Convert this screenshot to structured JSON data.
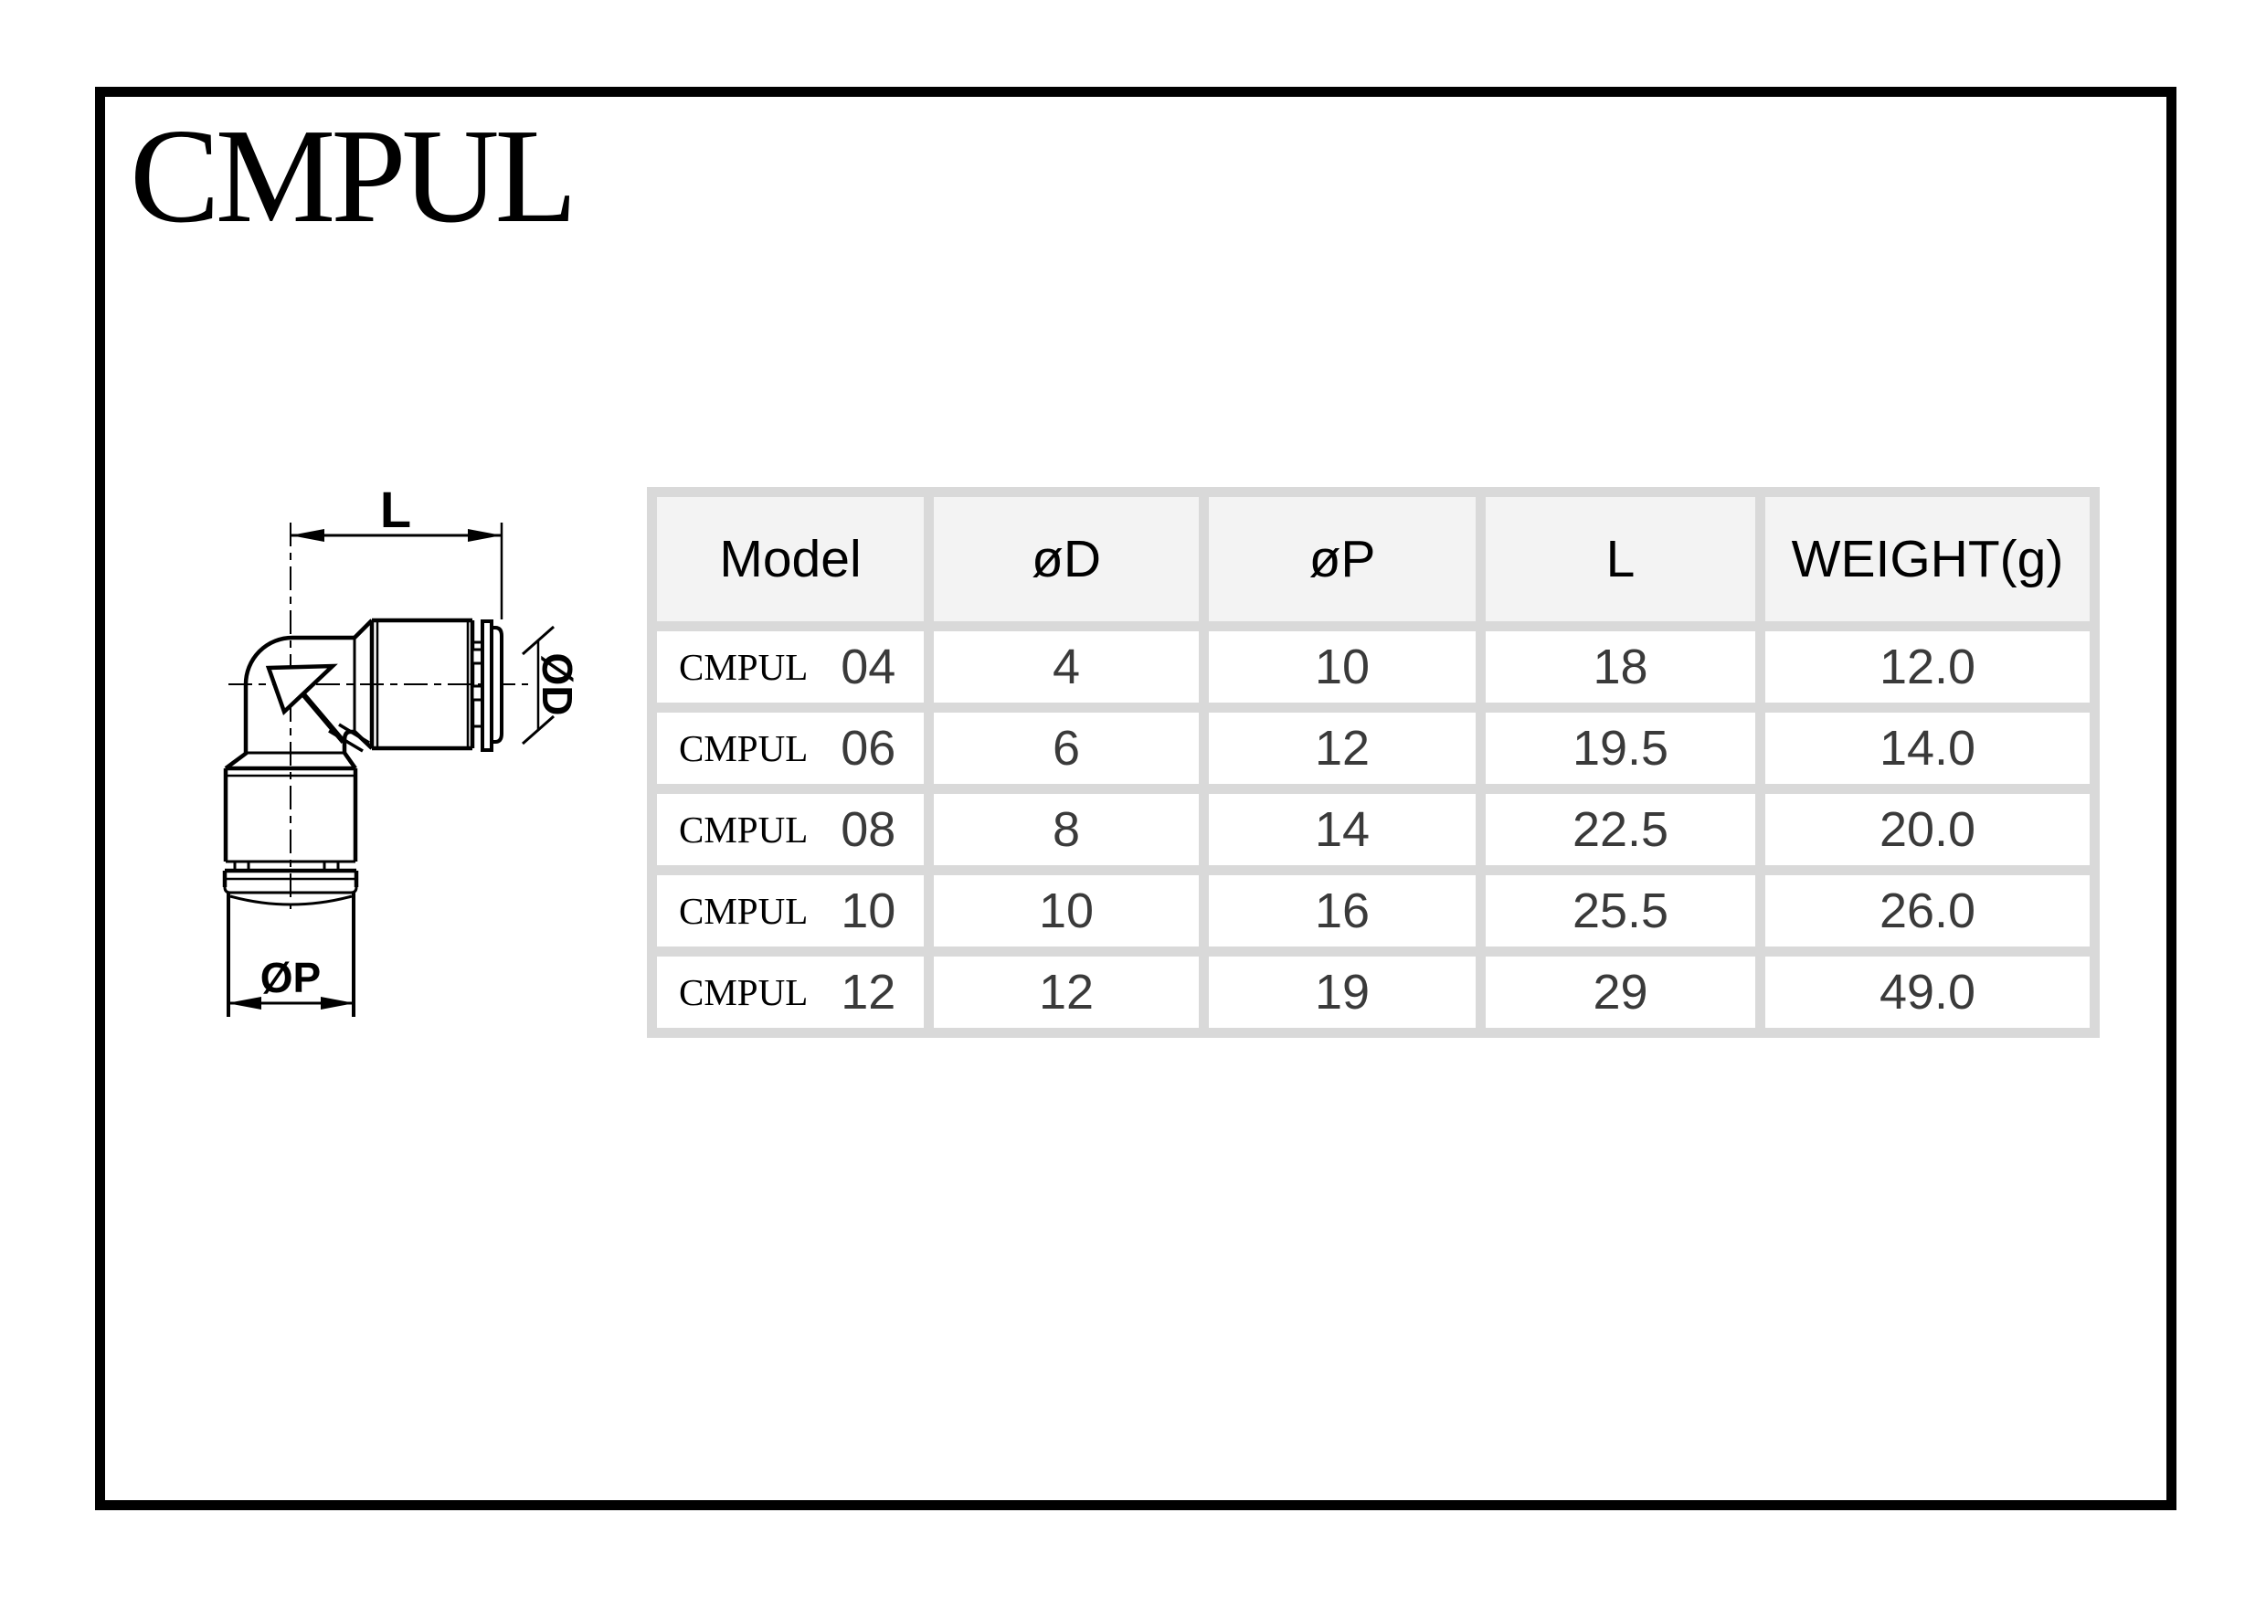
{
  "page": {
    "title": "CMPUL"
  },
  "drawing": {
    "label_l": "L",
    "label_od": "ØD",
    "label_op": "ØP"
  },
  "table": {
    "headers": [
      "Model",
      "øD",
      "øP",
      "L",
      "WEIGHT(g)"
    ],
    "rows": [
      {
        "model": "CMPUL",
        "size": "04",
        "d": "4",
        "p": "10",
        "l": "18",
        "weight": "12.0"
      },
      {
        "model": "CMPUL",
        "size": "06",
        "d": "6",
        "p": "12",
        "l": "19.5",
        "weight": "14.0"
      },
      {
        "model": "CMPUL",
        "size": "08",
        "d": "8",
        "p": "14",
        "l": "22.5",
        "weight": "20.0"
      },
      {
        "model": "CMPUL",
        "size": "10",
        "d": "10",
        "p": "16",
        "l": "25.5",
        "weight": "26.0"
      },
      {
        "model": "CMPUL",
        "size": "12",
        "d": "12",
        "p": "19",
        "l": "29",
        "weight": "49.0"
      }
    ],
    "colors": {
      "gutter": "#d9d9d9",
      "header_bg": "#f3f3f3",
      "cell_bg": "#ffffff",
      "line_color": "#000000"
    }
  }
}
